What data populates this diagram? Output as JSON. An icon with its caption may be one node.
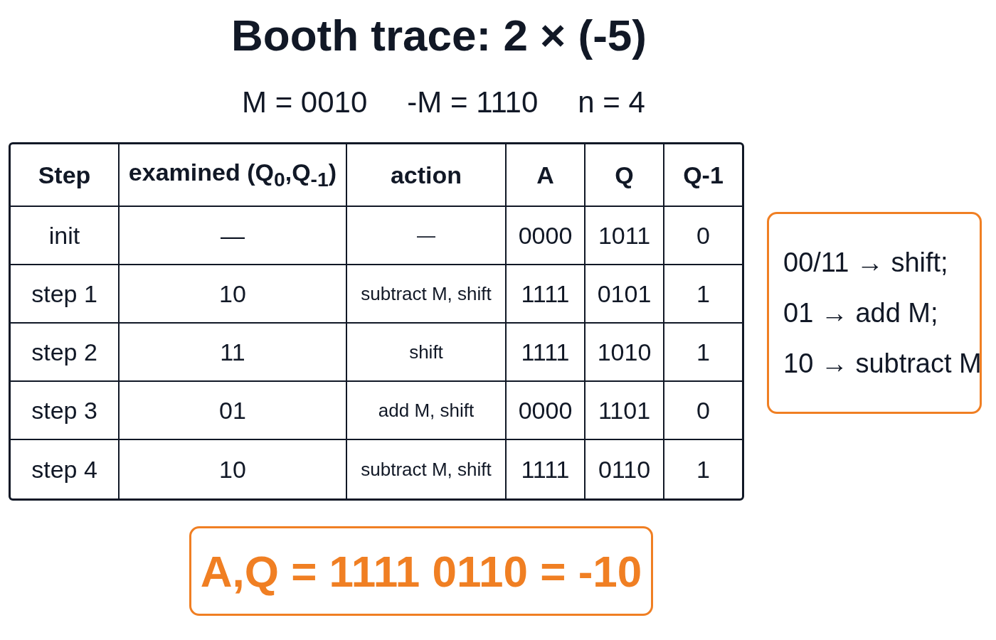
{
  "diagram": {
    "title": "Booth trace: 2 × (-5)",
    "nodes": [
      {
        "text": [
          "00/11 → shift;",
          "01 → add M;",
          "10 → subtract M"
        ]
      },
      {
        "text": [
          "A,Q = 1111 0110 = -10"
        ]
      }
    ],
    "labels": [
      "M = 0010",
      "-M = 1110",
      "n = 4",
      "Step",
      "examined (Q$_{0}$,Q$_{-1}$)",
      "action",
      "A",
      "Q",
      "Q-1",
      "init",
      "—",
      "—",
      "0000",
      "1011",
      "0",
      "step 1",
      "10",
      "subtract M, shift",
      "1111",
      "0101",
      "1",
      "step 2",
      "11",
      "shift",
      "1111",
      "1010",
      "1",
      "step 3",
      "01",
      "add M, shift",
      "0000",
      "1101",
      "0",
      "step 4",
      "10",
      "subtract M, shift",
      "1111",
      "0110",
      "1"
    ]
  }
}
